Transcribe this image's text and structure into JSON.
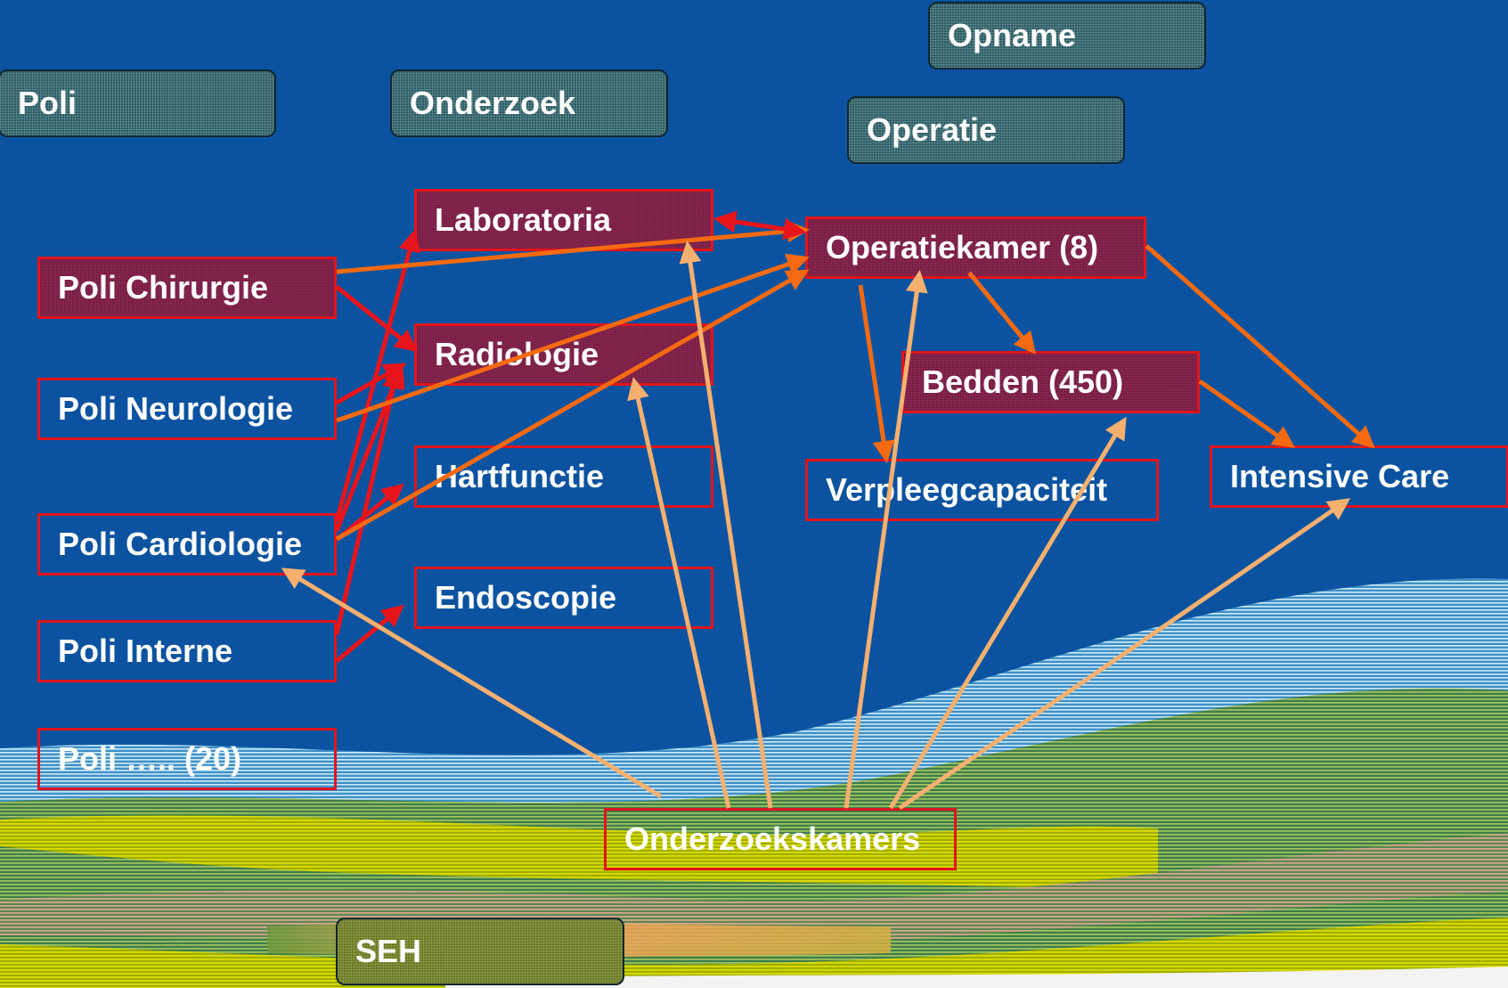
{
  "categories": {
    "poli": "Poli",
    "onderzoek": "Onderzoek",
    "opname": "Opname",
    "operatie": "Operatie",
    "seh": "SEH"
  },
  "poli_items": [
    "Poli Chirurgie",
    "Poli Neurologie",
    "Poli Cardiologie",
    "Poli Interne",
    "Poli …..  (20)"
  ],
  "onderzoek_items": [
    "Laboratoria",
    "Radiologie",
    "Hartfunctie",
    "Endoscopie"
  ],
  "opname_items": {
    "operatiekamer": "Operatiekamer (8)",
    "bedden": "Bedden (450)",
    "verpleegcapaciteit": "Verpleegcapaciteit",
    "intensive_care": "Intensive Care"
  },
  "onderzoekskamers": "Onderzoekskamers",
  "colors": {
    "background": "#0B53A0",
    "box_border": "#E3141B",
    "box_fill": "#8A2550",
    "category_fill": "#2A5D64",
    "arrow_red": "#E8141B",
    "arrow_orange": "#F56A10",
    "arrow_light": "#F5B070"
  }
}
